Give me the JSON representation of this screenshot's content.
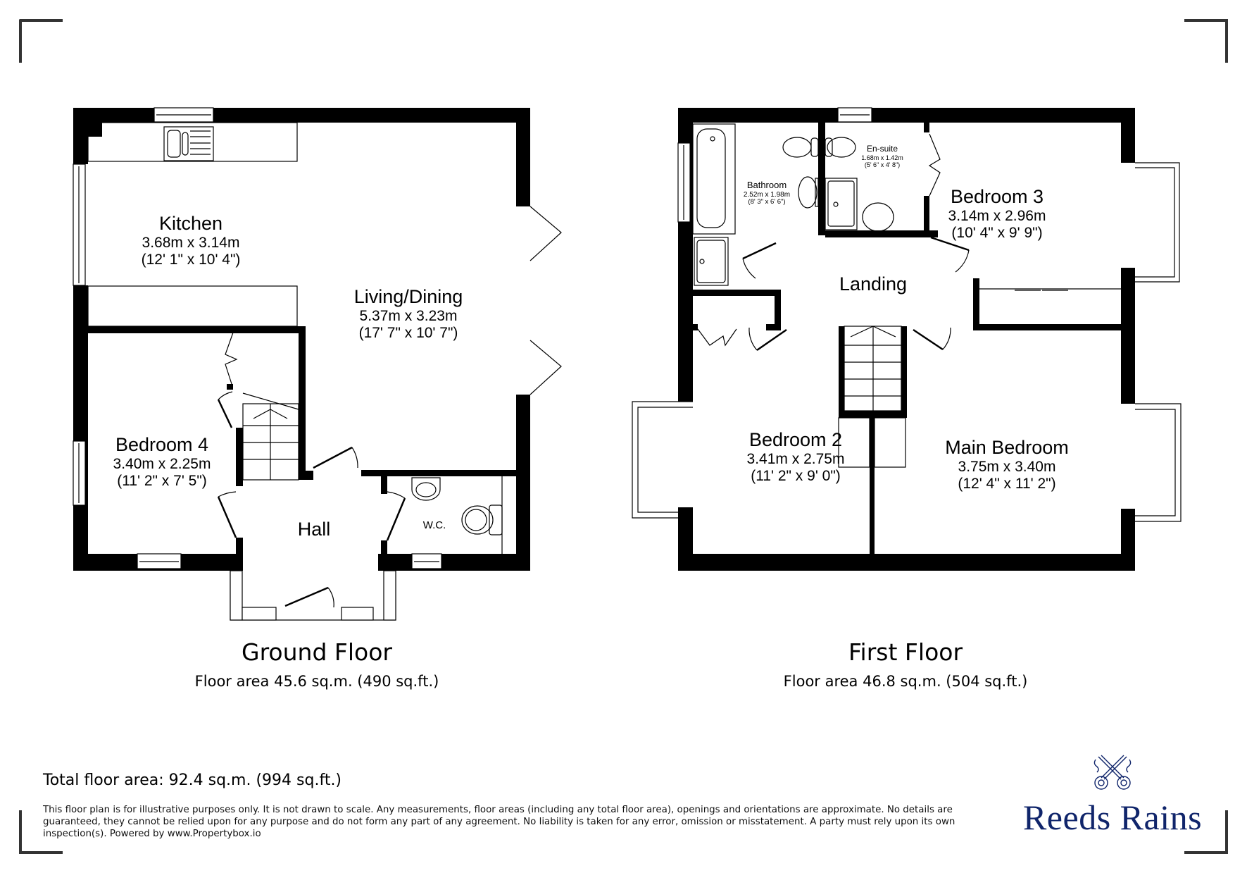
{
  "ground_floor": {
    "title": "Ground Floor",
    "area": "Floor area 45.6 sq.m. (490 sq.ft.)",
    "rooms": [
      {
        "name": "Kitchen",
        "metric": "3.68m x 3.14m",
        "imperial": "(12' 1\" x 10' 4\")"
      },
      {
        "name": "Living/Dining",
        "metric": "5.37m x 3.23m",
        "imperial": "(17' 7\" x 10' 7\")"
      },
      {
        "name": "Bedroom 4",
        "metric": "3.40m x 2.25m",
        "imperial": "(11' 2\" x 7' 5\")"
      },
      {
        "name": "Hall",
        "metric": "",
        "imperial": ""
      },
      {
        "name": "W.C.",
        "metric": "",
        "imperial": ""
      }
    ]
  },
  "first_floor": {
    "title": "First Floor",
    "area": "Floor area 46.8 sq.m. (504 sq.ft.)",
    "rooms": [
      {
        "name": "Bathroom",
        "metric": "2.52m x 1.98m",
        "imperial": "(8' 3\" x 6' 6\")"
      },
      {
        "name": "En-suite",
        "metric": "1.68m x 1.42m",
        "imperial": "(5' 6\" x 4' 8\")"
      },
      {
        "name": "Bedroom 3",
        "metric": "3.14m x 2.96m",
        "imperial": "(10' 4\" x 9' 9\")"
      },
      {
        "name": "Landing",
        "metric": "",
        "imperial": ""
      },
      {
        "name": "Bedroom 2",
        "metric": "3.41m x 2.75m",
        "imperial": "(11' 2\" x 9' 0\")"
      },
      {
        "name": "Main Bedroom",
        "metric": "3.75m x 3.40m",
        "imperial": "(12' 4\" x 11' 2\")"
      }
    ]
  },
  "footer": {
    "total": "Total floor area: 92.4 sq.m. (994 sq.ft.)",
    "disclaimer": "This floor plan is for illustrative purposes only. It is not drawn to scale. Any measurements, floor areas (including any total floor area), openings and orientations are approximate. No details are guaranteed, they cannot be relied upon for any purpose and do not form any part of any agreement. No liability is taken for any error, omission or misstatement. A party must rely upon its own inspection(s). Powered by www.Propertybox.io"
  },
  "brand": {
    "name": "Reeds Rains",
    "icon": "crossed-keys-icon",
    "color": "#10256b"
  },
  "colors": {
    "wall": "#000000",
    "corner_bracket": "#333333"
  }
}
